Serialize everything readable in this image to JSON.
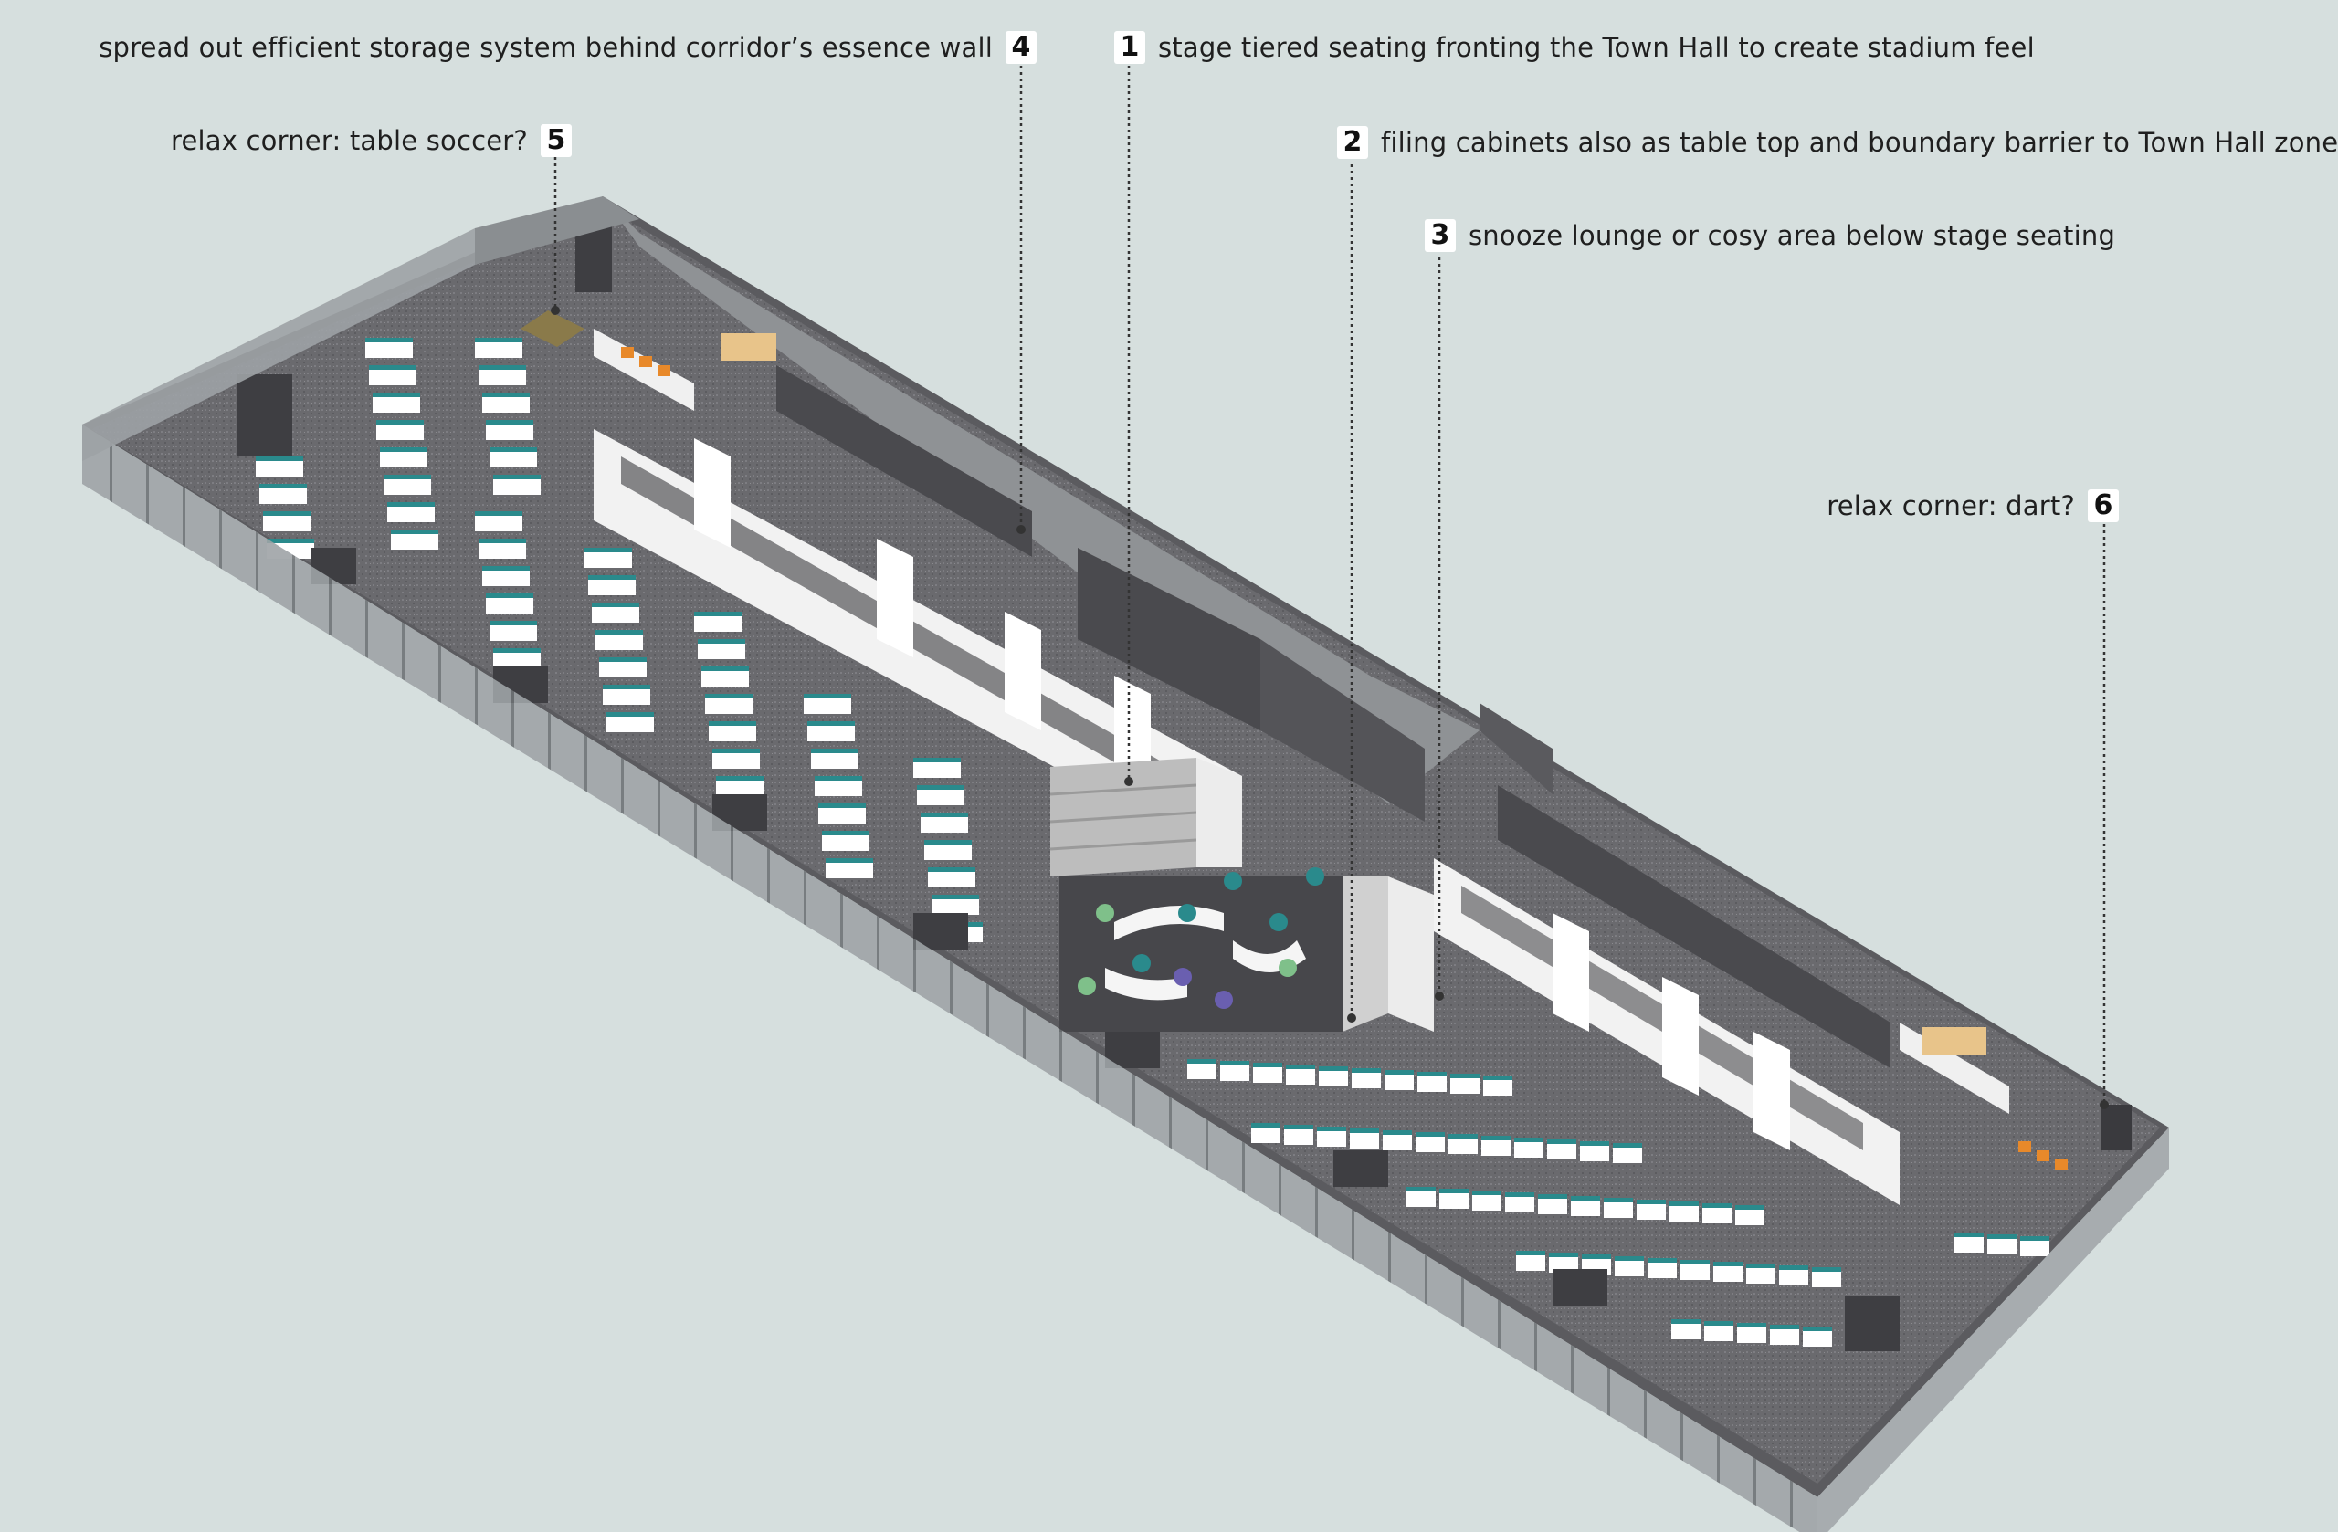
{
  "callouts": [
    {
      "number": "1",
      "text": "stage tiered seating fronting the Town Hall to create stadium feel"
    },
    {
      "number": "2",
      "text": "filing cabinets also as table top and boundary barrier to Town Hall zone"
    },
    {
      "number": "3",
      "text": "snooze lounge or cosy area below stage seating"
    },
    {
      "number": "4",
      "text": "spread out efficient storage system behind corridor’s essence wall"
    },
    {
      "number": "5",
      "text": "relax corner: table soccer?"
    },
    {
      "number": "6",
      "text": "relax corner: dart?"
    }
  ],
  "colors": {
    "background": "#d6dfde",
    "accent_teal": "#2a8a8c",
    "seat_green": "#7fc08a",
    "seat_purple": "#6a5fb0",
    "accent_orange": "#e8892a",
    "wall_dark": "#4a4a4e",
    "floor_carpet": "#6e6e72"
  }
}
